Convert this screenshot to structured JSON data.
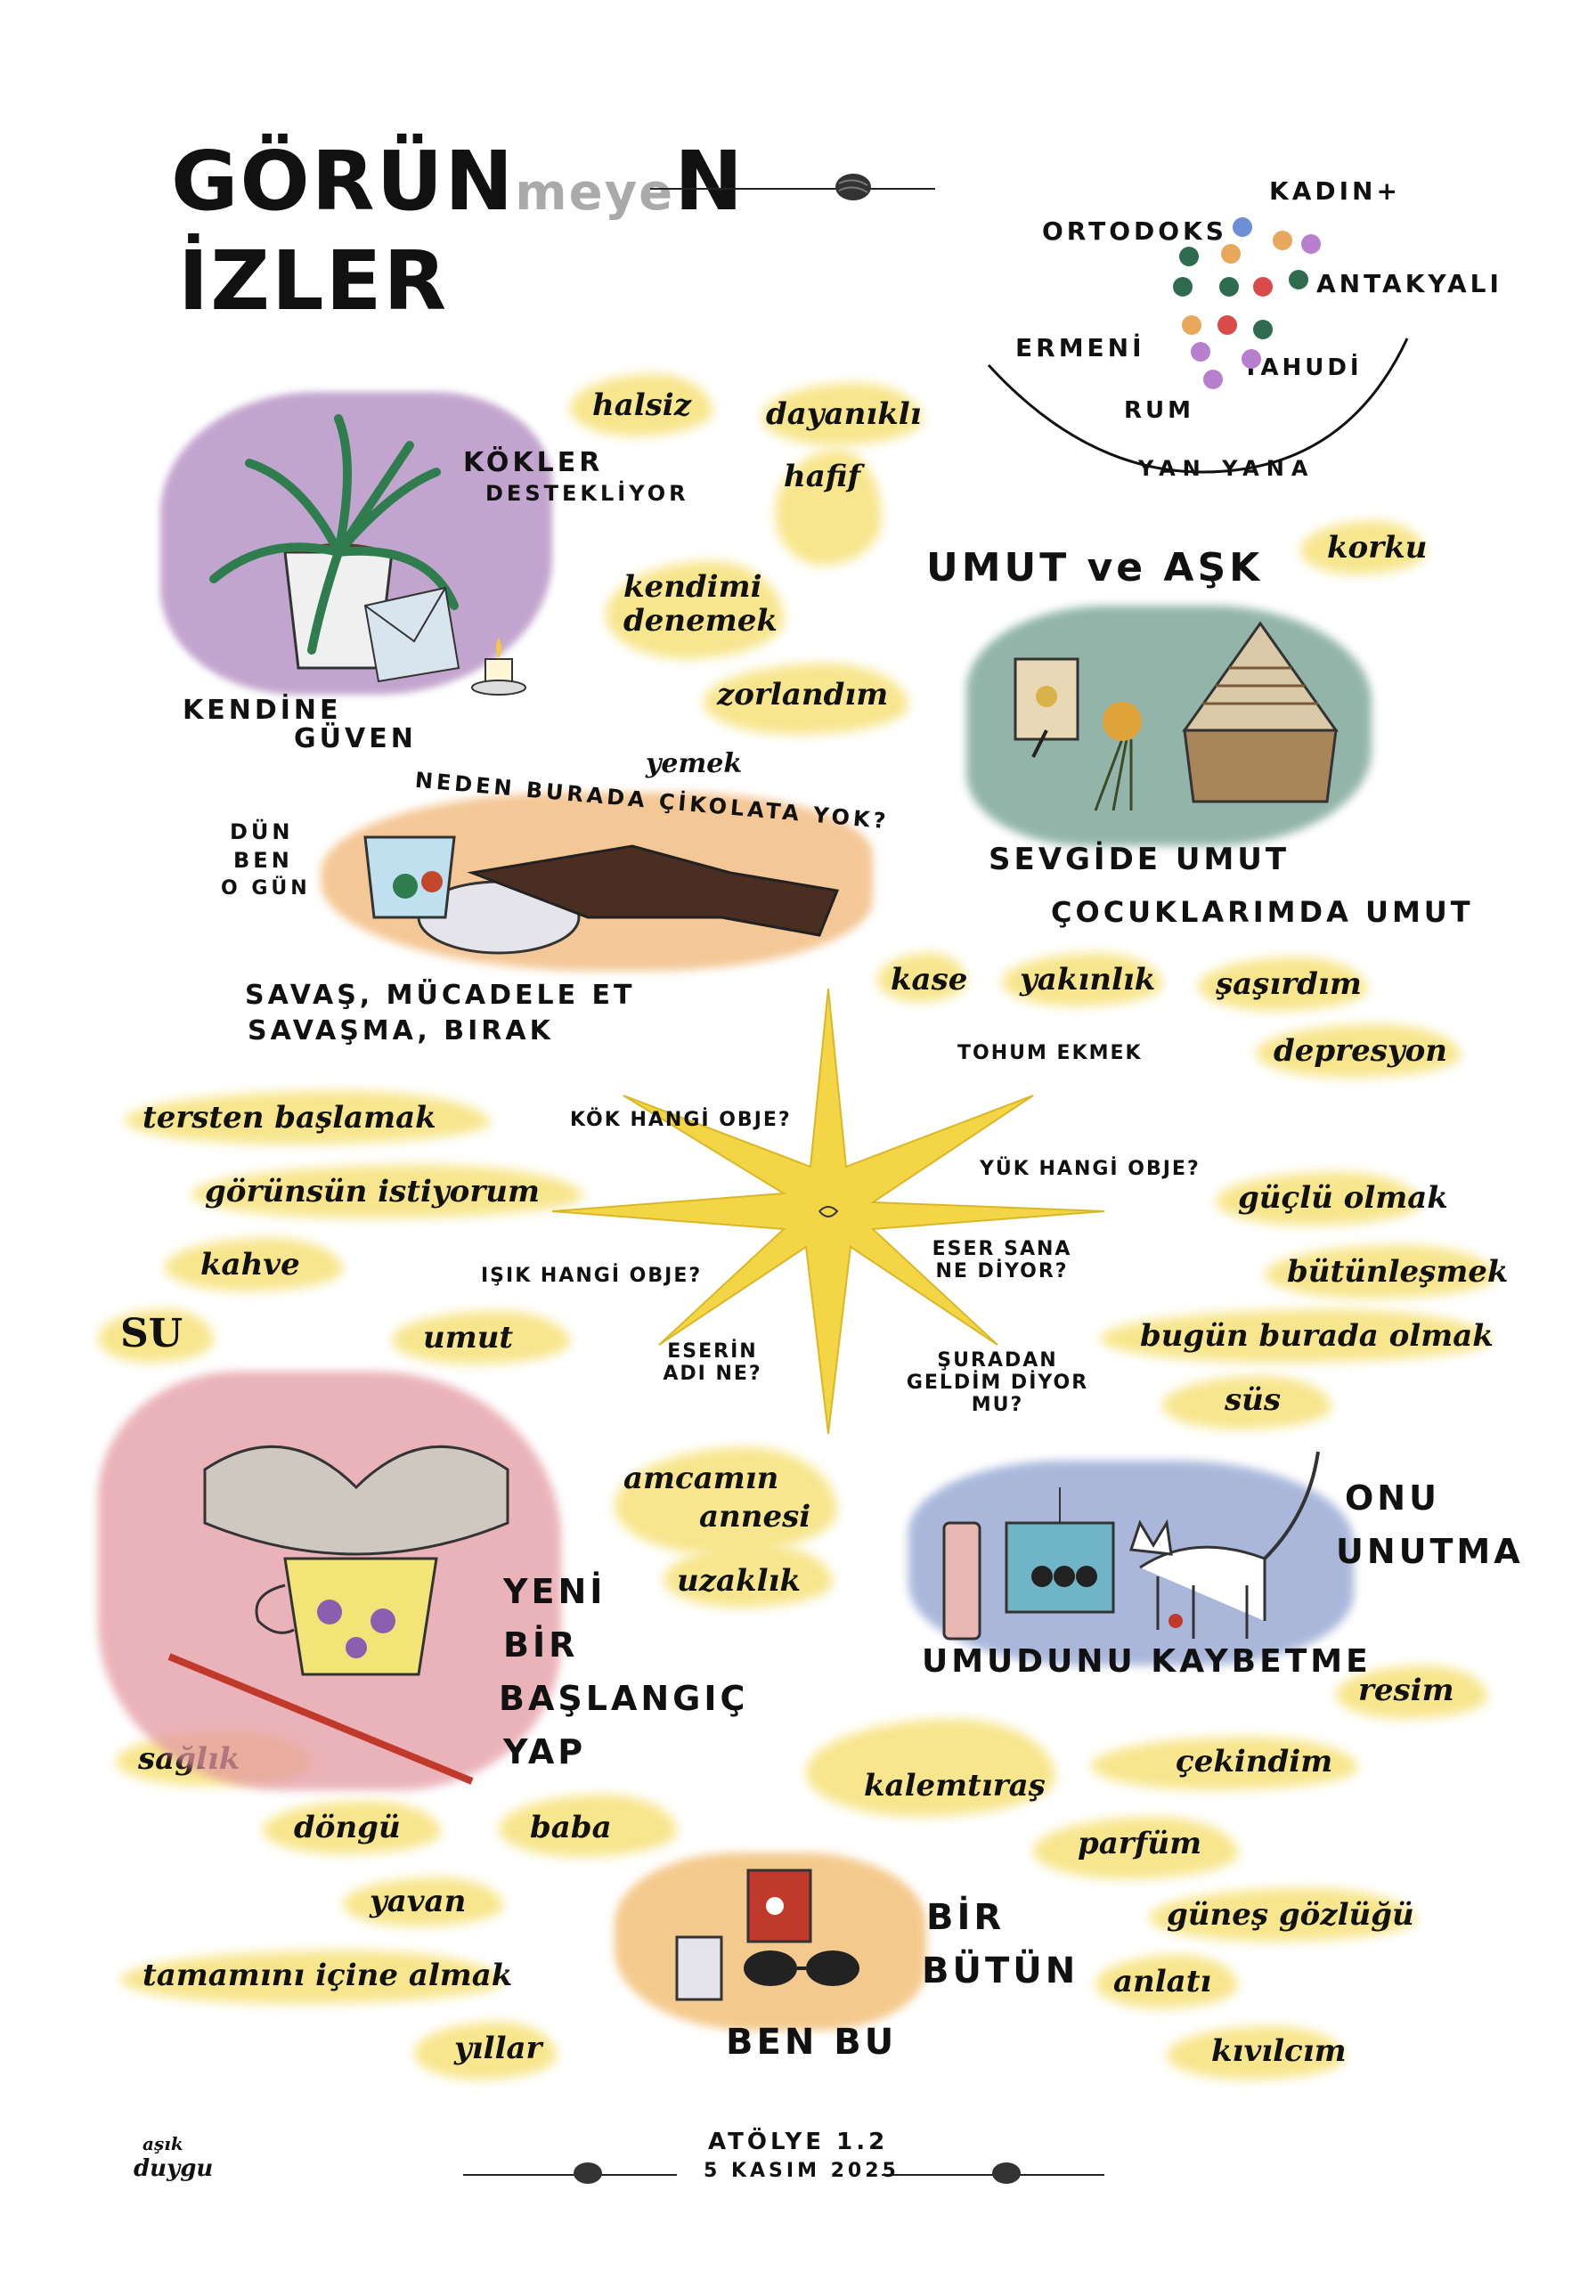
{
  "title": {
    "part1": "GÖRÜN",
    "part2": "meye",
    "part3": "N",
    "line2": "İZLER"
  },
  "identity": {
    "labels": [
      "KADIN+",
      "ORTODOKS",
      "ANTAKYALI",
      "ERMENİ",
      "YAHUDİ",
      "RUM"
    ],
    "bottom": "YAN YANA",
    "colors": [
      "#6c8fd6",
      "#d95b6e",
      "#b97fcf",
      "#2f6b4f",
      "#e8a85b",
      "#d94b4b"
    ]
  },
  "panels": {
    "plant": {
      "label_top_1": "KÖKLER",
      "label_top_2": "DESTEKLİYOR",
      "label_bottom_1": "KENDİNE",
      "label_bottom_2": "GÜVEN"
    },
    "knife": {
      "top": "NEDEN BURADA ÇİKOLATA YOK?",
      "side_1": "DÜN",
      "side_2": "BEN",
      "side_3": "O GÜN",
      "bottom_1": "SAVAŞ, MÜCADELE ET",
      "bottom_2": "SAVAŞMA, BIRAK"
    },
    "hope": {
      "title": "UMUT ve AŞK",
      "line1": "SEVGİDE UMUT",
      "line2": "ÇOCUKLARIMDA UMUT"
    },
    "cup": {
      "l1": "YENİ",
      "l2": "BİR",
      "l3": "BAŞLANGIÇ",
      "l4": "YAP"
    },
    "cat": {
      "l1": "ONU",
      "l2": "UNUTMA",
      "bottom": "UMUDUNU KAYBETME"
    },
    "objects": {
      "l1": "BİR",
      "l2": "BÜTÜN",
      "bottom": "BEN BU"
    }
  },
  "star_questions": [
    "KÖK HANGİ OBJE?",
    "YÜK HANGİ OBJE?",
    "ESER SANA NE DİYOR?",
    "ŞURADAN GELDİM DİYOR MU?",
    "ESERİN ADI NE?",
    "IŞIK HANGİ OBJE?",
    "TOHUM EKMEK"
  ],
  "words": {
    "halsiz": "halsiz",
    "dayanikli": "dayanıklı",
    "hafif": "hafif",
    "kendimi": "kendimi denemek",
    "zorlandim": "zorlandım",
    "yemek": "yemek",
    "korku": "korku",
    "kase": "kase",
    "yakinlik": "yakınlık",
    "sasirdim": "şaşırdım",
    "depresyon": "depresyon",
    "tersten": "tersten başlamak",
    "gorunsun": "görünsün istiyorum",
    "kahve": "kahve",
    "su": "SU",
    "umut": "umut",
    "guclu": "güçlü olmak",
    "butunlesmek": "bütünleşmek",
    "bugun": "bugün burada olmak",
    "sus": "süs",
    "amca1": "amcamın",
    "amca2": "annesi",
    "uzaklik": "uzaklık",
    "resim": "resim",
    "saglik": "sağlık",
    "dongu": "döngü",
    "baba": "baba",
    "yavan": "yavan",
    "tamamini": "tamamını içine almak",
    "yillar": "yıllar",
    "kalemtras": "kalemtıraş",
    "cekindim": "çekindim",
    "parfum": "parfüm",
    "gunes": "güneş gözlüğü",
    "anlati": "anlatı",
    "kivilcim": "kıvılcım"
  },
  "footer": {
    "l1": "ATÖLYE 1.2",
    "l2": "5 KASIM 2025",
    "sig1": "aşık",
    "sig2": "duygu"
  }
}
